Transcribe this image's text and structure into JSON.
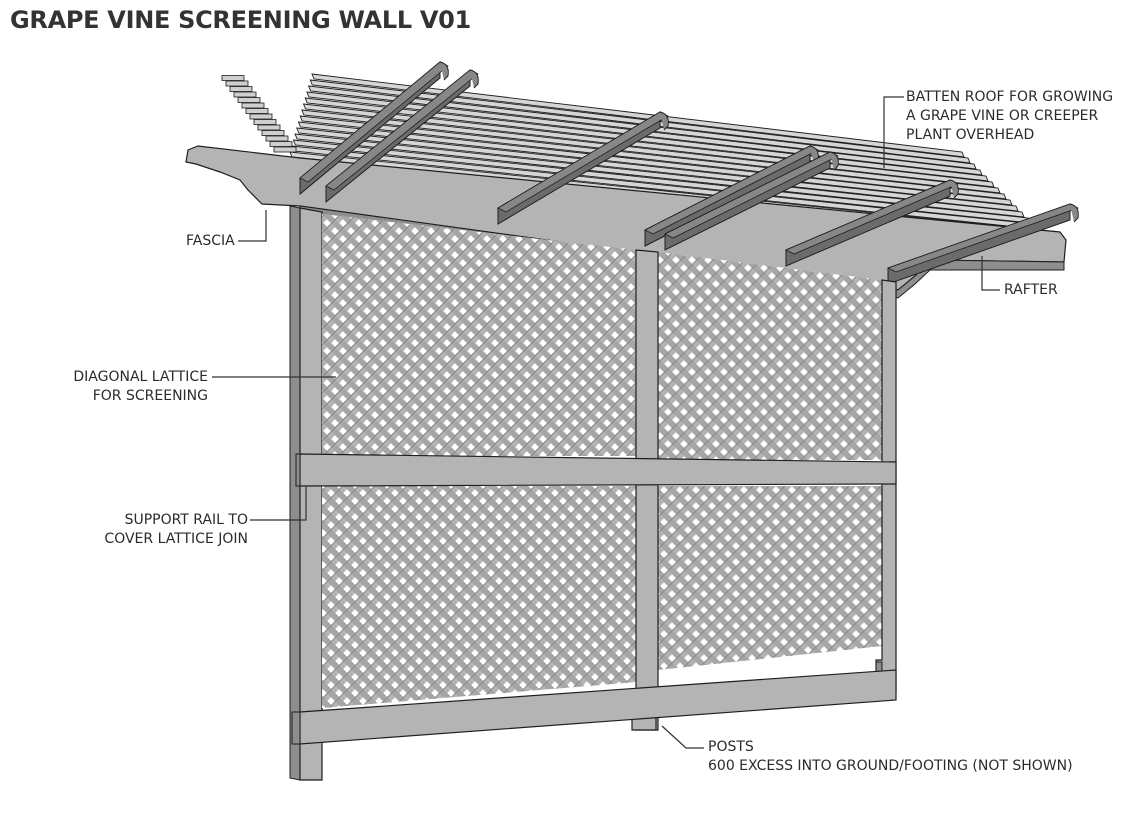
{
  "title": "GRAPE VINE SCREENING WALL V01",
  "colors": {
    "timber_face": "#b4b4b4",
    "timber_side": "#8e8e8e",
    "rafter": "#6b6b6b",
    "rafter_top": "#878787",
    "outline": "#1f1f1f",
    "leader": "#333333",
    "text": "#2b2b2b"
  },
  "callouts": {
    "batten_roof": [
      "BATTEN ROOF FOR GROWING",
      "A GRAPE VINE OR CREEPER",
      "PLANT OVERHEAD"
    ],
    "fascia": [
      "FASCIA"
    ],
    "rafter": [
      "RAFTER"
    ],
    "lattice": [
      "DIAGONAL LATTICE",
      "FOR SCREENING"
    ],
    "support_rail": [
      "SUPPORT RAIL TO",
      "COVER LATTICE JOIN"
    ],
    "posts": [
      "POSTS",
      "600 EXCESS INTO GROUND/FOOTING (NOT SHOWN)"
    ]
  }
}
